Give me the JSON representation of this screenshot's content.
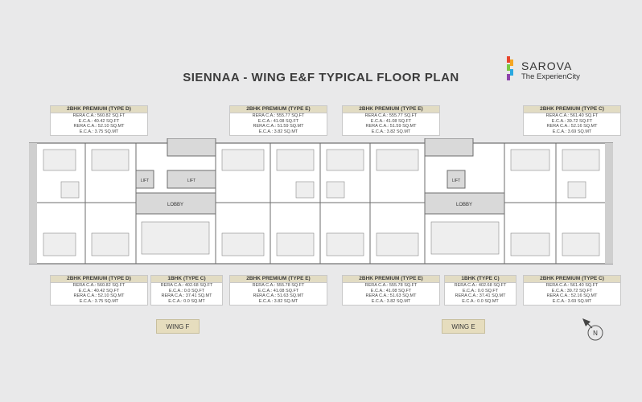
{
  "title": "SIENNAA - WING E&F TYPICAL FLOOR PLAN",
  "logo": {
    "name": "SAROVA",
    "tagline": "The ExperienCity",
    "colors": [
      "#e8452c",
      "#f5a623",
      "#7ac943",
      "#2aa8e0",
      "#8e44ad"
    ]
  },
  "top_cards": [
    {
      "header": "2BHK PREMIUM (TYPE D)",
      "lines": [
        "RERA C.A.: 560.82 SQ.FT",
        "E.C.A.: 40.42 SQ.FT",
        "RERA C.A.: 52.10 SQ.MT",
        "E.C.A.: 3.75 SQ.MT"
      ]
    },
    {
      "header": "2BHK PREMIUM (TYPE E)",
      "lines": [
        "RERA C.A.: 555.77 SQ.FT",
        "E.C.A.: 41.08 SQ.FT",
        "RERA C.A.: 51.59 SQ.MT",
        "E.C.A.: 3.82 SQ.MT"
      ]
    },
    {
      "header": "2BHK PREMIUM (TYPE E)",
      "lines": [
        "RERA C.A.: 555.77 SQ.FT",
        "E.C.A.: 41.08 SQ.FT",
        "RERA C.A.: 51.59 SQ.MT",
        "E.C.A.: 3.82 SQ.MT"
      ]
    },
    {
      "header": "2BHK PREMIUM (TYPE C)",
      "lines": [
        "RERA C.A.: 561.40 SQ.FT",
        "E.C.A.: 39.72 SQ.FT",
        "RERA C.A.: 52.16 SQ.MT",
        "E.C.A.: 3.69 SQ.MT"
      ]
    }
  ],
  "bottom_cards": [
    {
      "header": "2BHK PREMIUM (TYPE D)",
      "lines": [
        "RERA C.A.: 560.82 SQ.FT",
        "E.C.A.: 40.42 SQ.FT",
        "RERA C.A.: 52.10 SQ.MT",
        "E.C.A.: 3.75 SQ.MT"
      ]
    },
    {
      "header": "1BHK (TYPE C)",
      "lines": [
        "RERA C.A.: 402.68 SQ.FT",
        "E.C.A.: 0.0 SQ.FT",
        "RERA C.A.: 37.41 SQ.MT",
        "E.C.A.: 0.0 SQ.MT"
      ]
    },
    {
      "header": "2BHK PREMIUM (TYPE E)",
      "lines": [
        "RERA C.A.: 555.78 SQ.FT",
        "E.C.A.: 41.08 SQ.FT",
        "RERA C.A.: 51.63 SQ.MT",
        "E.C.A.: 3.82 SQ.MT"
      ]
    },
    {
      "header": "2BHK PREMIUM (TYPE E)",
      "lines": [
        "RERA C.A.: 555.78 SQ.FT",
        "E.C.A.: 41.08 SQ.FT",
        "RERA C.A.: 51.63 SQ.MT",
        "E.C.A.: 3.82 SQ.MT"
      ]
    },
    {
      "header": "1BHK (TYPE C)",
      "lines": [
        "RERA C.A.: 402.68 SQ.FT",
        "E.C.A.: 0.0 SQ.FT",
        "RERA C.A.: 37.41 SQ.MT",
        "E.C.A.: 0.0 SQ.MT"
      ]
    },
    {
      "header": "2BHK PREMIUM (TYPE C)",
      "lines": [
        "RERA C.A.: 561.40 SQ.FT",
        "E.C.A.: 39.72 SQ.FT",
        "RERA C.A.: 52.16 SQ.MT",
        "E.C.A.: 3.69 SQ.MT"
      ]
    }
  ],
  "plan": {
    "lobby_label": "LOBBY",
    "lift_label": "LIFT",
    "wall_color": "#6d6d6d",
    "room_fill": "#ffffff",
    "core_fill": "#d9d9d9"
  },
  "wings": {
    "left": "WING F",
    "right": "WING E"
  },
  "compass_label": "N"
}
